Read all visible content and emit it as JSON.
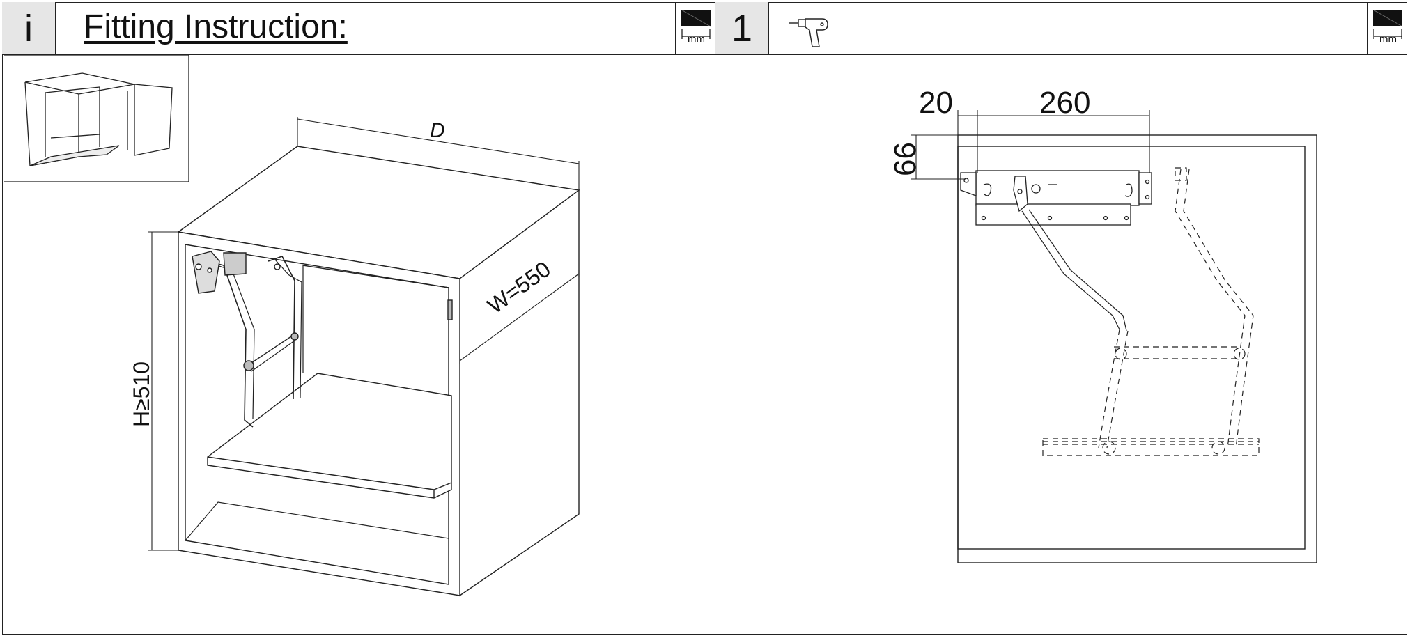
{
  "left_panel": {
    "badge": "i",
    "title": "Fitting Instruction:",
    "unit": "mm",
    "dimensions": {
      "depth": "D",
      "width": "W=550",
      "height": "H≥510"
    }
  },
  "right_panel": {
    "step": "1",
    "unit": "mm",
    "icons": [
      "drill-icon",
      "unit-mm-icon"
    ],
    "dimensions": {
      "offset_x": "20",
      "span_x": "260",
      "offset_y": "66"
    }
  }
}
